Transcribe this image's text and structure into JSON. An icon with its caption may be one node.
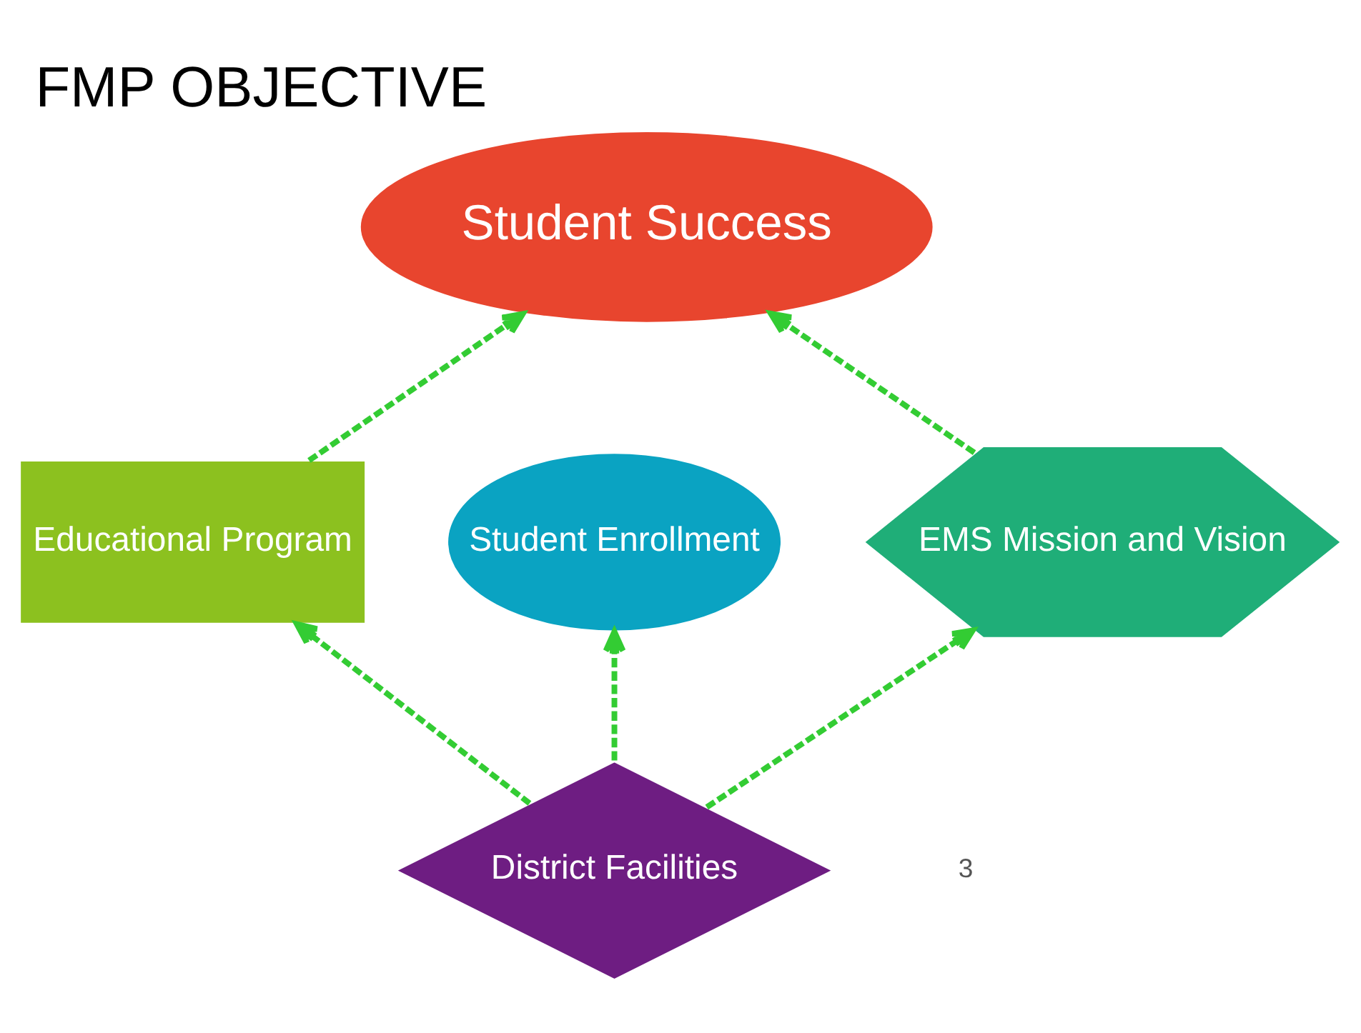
{
  "diagram": {
    "title": "FMP OBJECTIVE",
    "nodes": [
      {
        "text": [
          "Student Success"
        ]
      },
      {
        "text": [
          "Educational Program"
        ]
      },
      {
        "text": [
          "Student Enrollment"
        ]
      },
      {
        "text": [
          "EMS Mission and Vision"
        ]
      },
      {
        "text": [
          "District Facilities"
        ]
      }
    ],
    "edges": [
      {
        "from": 1,
        "to": 0,
        "arrow": "to",
        "style": "dashed"
      },
      {
        "from": 3,
        "to": 0,
        "arrow": "to",
        "style": "dashed"
      },
      {
        "from": 4,
        "to": 1,
        "arrow": "to",
        "style": "dashed"
      },
      {
        "from": 4,
        "to": 2,
        "arrow": "to",
        "style": "dashed"
      },
      {
        "from": 4,
        "to": 3,
        "arrow": "to",
        "style": "dashed"
      }
    ],
    "labels": [
      "3"
    ]
  }
}
